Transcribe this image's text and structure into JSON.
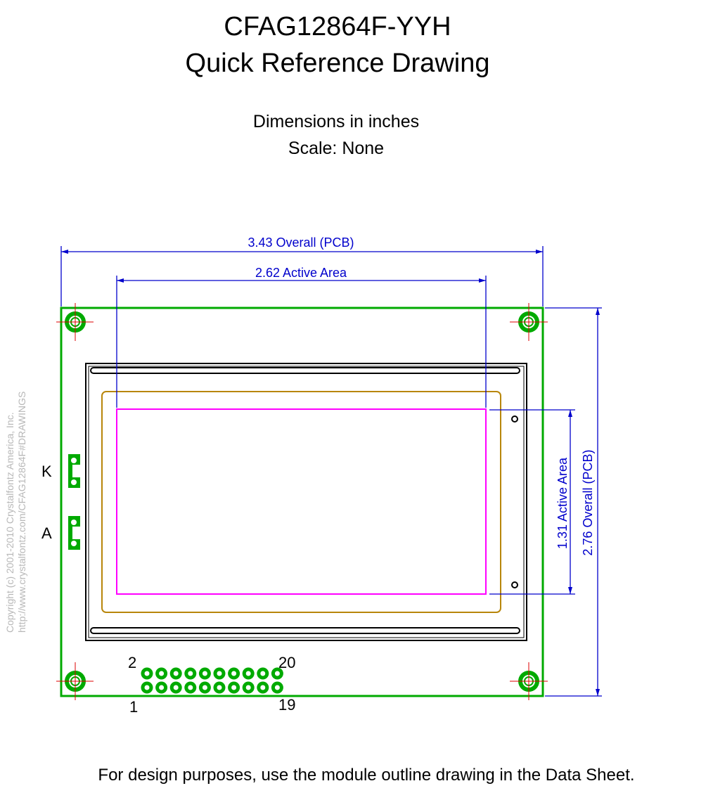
{
  "header": {
    "title": "CFAG12864F-YYH",
    "subtitle": "Quick Reference Drawing",
    "units": "Dimensions in inches",
    "scale": "Scale: None"
  },
  "dimensions": {
    "overall_width_label": "3.43 Overall (PCB)",
    "active_width_label": "2.62 Active Area",
    "active_height_label": "1.31 Active Area",
    "overall_height_label": "2.76 Overall (PCB)"
  },
  "pins": {
    "backlight_k": "K",
    "backlight_a": "A",
    "pin_top_left": "2",
    "pin_top_right": "20",
    "pin_bottom_left": "1",
    "pin_bottom_right": "19"
  },
  "copyright": {
    "line1": "Copyright (c) 2001-2010 Crystalfontz America, Inc.",
    "line2": "http://www.crystalfontz.com/CFAG12864F#DRAWINGS"
  },
  "footer": "For design purposes, use the module outline drawing in the Data Sheet.",
  "colors": {
    "pcb": "#00aa00",
    "dimension": "#0000cc",
    "active_area": "#ff00ff",
    "viewing_area": "#b8860b",
    "crosshair": "#dd0000",
    "outline": "#000000"
  }
}
